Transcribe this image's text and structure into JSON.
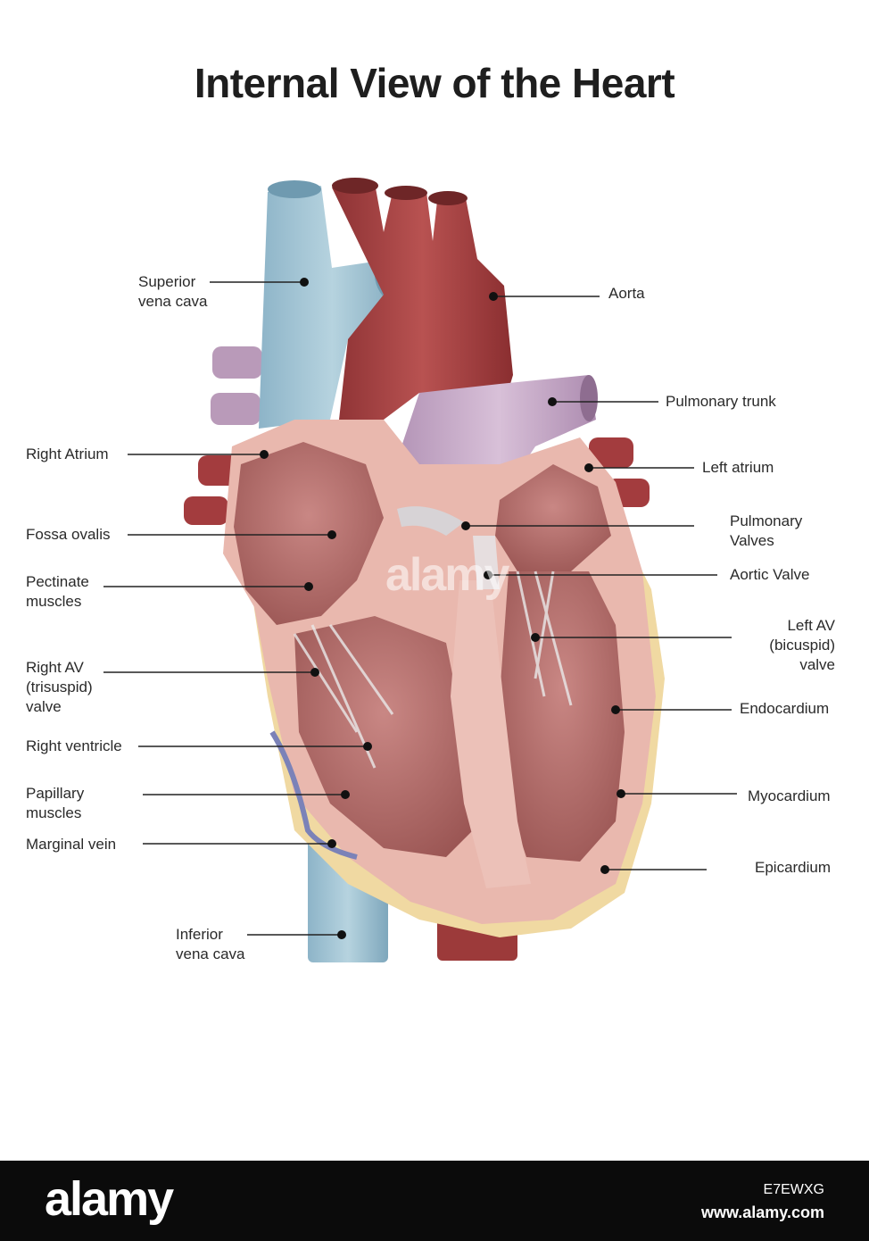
{
  "title": "Internal View of the Heart",
  "labels": {
    "superior_vena_cava": [
      "Superior",
      "vena cava"
    ],
    "aorta": [
      "Aorta"
    ],
    "pulmonary_trunk": [
      "Pulmonary trunk"
    ],
    "right_atrium": [
      "Right Atrium"
    ],
    "left_atrium": [
      "Left atrium"
    ],
    "fossa_ovalis": [
      "Fossa ovalis"
    ],
    "pulmonary_valves": [
      "Pulmonary",
      "Valves"
    ],
    "aortic_valve": [
      "Aortic Valve"
    ],
    "pectinate_muscles": [
      "Pectinate",
      "muscles"
    ],
    "left_av_valve": [
      "Left AV",
      "(bicuspid)",
      "valve"
    ],
    "right_av_valve": [
      "Right AV",
      "(trisuspid)",
      "valve"
    ],
    "endocardium": [
      "Endocardium"
    ],
    "right_ventricle": [
      "Right ventricle"
    ],
    "myocardium": [
      "Myocardium"
    ],
    "papillary_muscles": [
      "Papillary",
      "muscles"
    ],
    "marginal_vein": [
      "Marginal vein"
    ],
    "epicardium": [
      "Epicardium"
    ],
    "inferior_vena_cava": [
      "Inferior",
      "vena cava"
    ]
  },
  "watermark": "alamy",
  "footer": {
    "logo": "alamy",
    "image_code": "E7EWXG",
    "url": "www.alamy.com"
  },
  "colors": {
    "vein_blue": "#9fc3d4",
    "artery_red": "#a8403f",
    "pulmonary_purple": "#c7a9c8",
    "myocardium_pink": "#e8b4ac",
    "chamber": "#b56f6c",
    "fat_yellow": "#efd49a",
    "footer": "#0b0b0b"
  }
}
